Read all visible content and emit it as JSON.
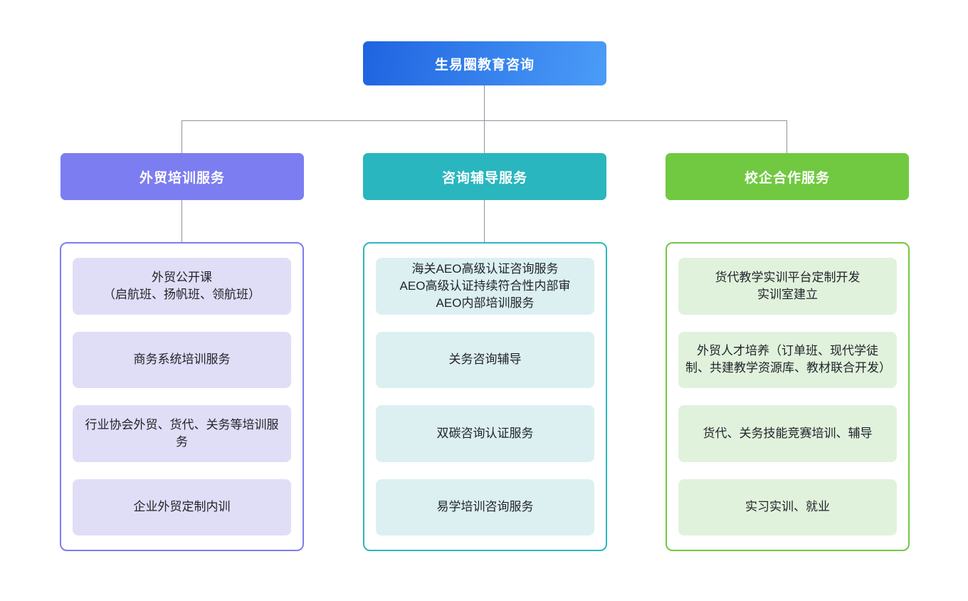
{
  "diagram": {
    "root": {
      "label": "生易圈教育咨询",
      "gradient_from": "#1f64e0",
      "gradient_to": "#4b9cf8",
      "text_color": "#ffffff"
    },
    "connector_color": "#8d949c",
    "branches": [
      {
        "id": "foreign-trade-training",
        "label": "外贸培训服务",
        "accent_color": "#7c7df0",
        "item_bg_color": "#e0def7",
        "items": [
          "外贸公开课\n（启航班、扬帆班、领航班）",
          "商务系统培训服务",
          "行业协会外贸、货代、关务等培训服务",
          "企业外贸定制内训"
        ]
      },
      {
        "id": "consulting-coaching",
        "label": "咨询辅导服务",
        "accent_color": "#2ab7bf",
        "item_bg_color": "#dcf0f2",
        "items": [
          "海关AEO高级认证咨询服务\nAEO高级认证持续符合性内部审\nAEO内部培训服务",
          "关务咨询辅导",
          "双碳咨询认证服务",
          "易学培训咨询服务"
        ]
      },
      {
        "id": "school-enterprise-cooperation",
        "label": "校企合作服务",
        "accent_color": "#70c940",
        "item_bg_color": "#e1f2dc",
        "items": [
          "货代教学实训平台定制开发\n实训室建立",
          "外贸人才培养（订单班、现代学徒制、共建教学资源库、教材联合开发）",
          "货代、关务技能竞赛培训、辅导",
          "实习实训、就业"
        ]
      }
    ]
  }
}
